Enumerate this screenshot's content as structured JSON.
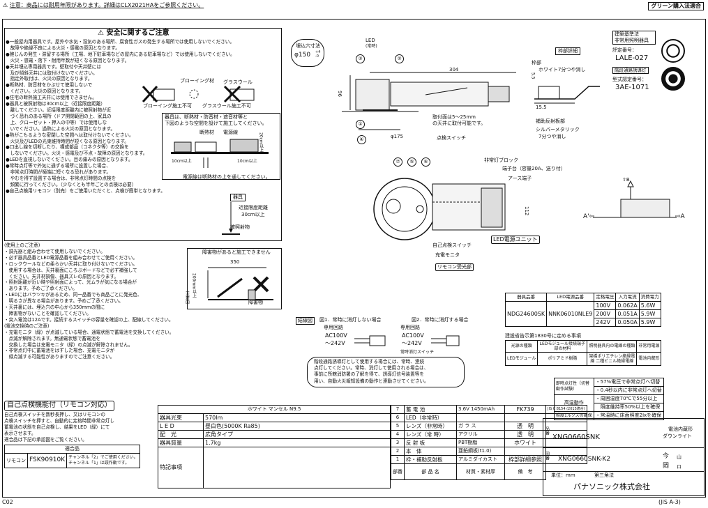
{
  "header": {
    "notice_symbol": "⚠",
    "notice": "注意：商品には耐用年限があります。詳細はCLX2021HAをご参照ください。",
    "green_badge": "グリーン購入法適合"
  },
  "safety": {
    "title": "安全に関するご注意",
    "lines": [
      "●一般屋内用器具です。屋外や水気・湿気のある場所、腐食性ガスの発生する場所では使用しないでください。",
      "　故障や絶縁不良による火災・感電の原因となります。",
      "●飽じんの発生・滞留する場所（工場、地下駐車場などの屋内にある駐車場など）では使用しないでください。",
      "　火災・感電・落下・耐用年数が短くなる原因となります。",
      "●天井埋込専用器具です。壁取付や天井壁には",
      "　及び傾斜天井には取付けないでください。",
      "　指定外取付は、火災の原因となります。",
      "●断熱材、防音材をかぶせて使用しないで",
      "　ください。火災の原因となります。",
      "●住宅の断熱施工天井には使用できません。",
      "●器具と被照射物は30cm以上（近接限度距離）",
      "　離してください。近接限度距離内に被照射物が近",
      "　づく恐れのある場所（ドア開閉範囲の上、家具の",
      "　上、クローゼット・押入の中等）では使用しな",
      "　いでください。過熱による火災の原因となります。",
      "●熱がこもるような密閉した空間へは取付けないでください。",
      "　火災及びLEDの光束維持時間が短くなる原因となります。",
      "●口出し線を切断したり、構成部品（コネクタ等）の交換を",
      "　しないでください。火災・感電及び不点・故障の原因となります。",
      "●LEDを直視しないでください。目の痛みの原因となります。",
      "●常時点灯等で外気に通ずる場所に設置した場合、",
      "　非常点灯時間が極端に短くなる恐れがあります。",
      "　やむを得ず設置する場合は、非常点灯時間の点検を",
      "　頻繁に行ってください。（少なくとも半年ごとの点検は必要）",
      "●自己点検用リモコン（別売）をご使用いただくと、点検が簡単となります。"
    ],
    "label_blowing": "ブローイング材",
    "label_glasswool": "グラスウール",
    "label_blowing_ng": "ブローイング施工不可",
    "label_glasswool_ng": "グラスウール施工不可",
    "insul_note_1": "器具は、断熱材・防音材・遮音材等と",
    "insul_note_2": "下図のような空間を設けて施工してください。",
    "insul_label_a": "断熱材",
    "insul_label_b": "電源線",
    "insul_dim_1": "10cm以上",
    "insul_dim_2": "10cm以上",
    "insul_dim_3": "20cm以上",
    "insul_bottom": "電源線は断熱材の上を通してください。",
    "prox_label": "器具",
    "prox_distance_1": "近接限度距離",
    "prox_distance_2": "30cm以上",
    "prox_target": "被照射物"
  },
  "usage": {
    "lines": [
      "(使用上のご注意)",
      "・調光器と組み合わせて使用しないでください。",
      "・必ず器具品番とLED電源品番を組み合わせてご使用ください。",
      "・ロックウールなどの柔らかい天井に取り付けないでください。",
      "　使用する場合は、天井裏面にころぶボードなどで必ず補強して",
      "　ください。天井材損傷、器具ズレの原因となります。",
      "・照射距離が近い時や照射面によって、光ムラが気になる場合が",
      "　あります。予めご了承ください。",
      "・LEDにはバラツキがあるため、同一品番でも商品ごとに発光色、",
      "　明るさが異なる場合があります。予めご了承ください。",
      "・天井裏には、埋込穴の中心から350mmの間に",
      "　障害物がないことを確認してください。",
      "・突入電流は12Aです。接続するスイッチの容量を確認の上、配線してください。",
      "(電池交換時のご注意)",
      "・充電モニタ（緑）が点滅している場合、通電状態で蓄電池を交換してください。",
      "　点滅が解除されます。無通電状態で蓄電池を",
      "　交換した場合は充電モニタ（緑）の点滅が解除されません。",
      "・非常点灯中に蓄電池をはずした場合、充電モニタが",
      "　緑点滅する可能性がありますのでご注意ください。"
    ],
    "obstacle_title": "障害物があると施工できません",
    "obstacle_dim": "350",
    "obstacle_height": "200mm以上",
    "obstacle_ceiling": "天井面",
    "obstacle_label": "障害物"
  },
  "self_check": {
    "title": "自己点検機能付（リモコン対応）",
    "lines": [
      "自己点検スイッチを数秒長押し、又はリモコンの",
      "点検スイッチを押すと、自動的に定格時間非常点灯し",
      "蓄電池の状態を自己点検し、結果をLED（緑）にて",
      "表示させます。",
      "適合品は下記の承認図をご覧ください。"
    ],
    "table_header": "適合品",
    "row_label": "リモコン",
    "row_model": "FSK90910K",
    "row_note_1": "チャンネル「2」でご使用ください。",
    "row_note_2": "チャンネル「1」は誤作動です。"
  },
  "drawing_top": {
    "hole_label": "埋込穴寸法",
    "hole_value": "φ150",
    "hole_tol": "+4 -0",
    "led_label": "LED",
    "led_sub": "(常時)",
    "dim_304": "304",
    "dim_96": "96",
    "dim_175": "φ175",
    "ceiling_note_1": "取付面は5～25mm",
    "ceiling_note_2": "の天井に取付可能です。",
    "check_switch": "点検スイッチ",
    "n1": "①",
    "n2": "②",
    "n3": "③",
    "n4": "④",
    "n5": "⑤",
    "n6": "⑥",
    "n7": "⑦"
  },
  "drawing_bottom": {
    "emergency_block": "非常灯ブロック",
    "terminal_1": "端子台（容量20A、送り付）",
    "terminal_2": "アース端子",
    "dim_112": "112",
    "self_switch": "自己点検スイッチ",
    "charge_monitor": "充電モニタ",
    "remote_receiver": "リモコン受光部",
    "led_unit": "LED電源ユニット",
    "arrow_a": "A",
    "arrow_b": "B"
  },
  "frame_detail": {
    "title": "枠部詳細",
    "label_frame": "枠部",
    "white_finish": "ホワイト7分つや消し",
    "dim_55": "5.5",
    "dim_155": "15.5",
    "reflector": "補助反射板部",
    "silver": "シルバーメタリック",
    "silver_2": "7分つや消し"
  },
  "certifications": {
    "line1": "建築基準法",
    "line2": "非常用照明器具",
    "rating_label": "評定番号：",
    "rating_no": "LALE-027",
    "guide_label": "階段通路誘導灯",
    "type_label": "型式認定番号：",
    "type_no": "3AE-1071"
  },
  "specs": {
    "headers": [
      "器具品番",
      "LED電源品番",
      "定格電圧",
      "入力電流",
      "消費電力"
    ],
    "model": "NDG24600SK",
    "power": "NNK06010NLE9",
    "rows": [
      [
        "100V",
        "0.062A",
        "5.6W"
      ],
      [
        "200V",
        "0.051A",
        "5.9W"
      ],
      [
        "242V",
        "0.050A",
        "5.9W"
      ]
    ]
  },
  "bulletin": {
    "title": "建設省告示第1830号に定める事項",
    "headers": [
      "光源の種類",
      "LEDモジュール接続端子部の材料",
      "照明器具内の電線の種類",
      "非常用電源"
    ],
    "values": [
      "LEDモジュール",
      "ポリアミド樹脂",
      "架橋ポリエチレン絶縁電線 二種ビニル絶縁電線",
      "電池内蔵形"
    ]
  },
  "performance": {
    "r1_label": "即時点灯性（切替動作試験）",
    "r1_v1": "・57%電圧で非常点灯へ切替",
    "r1_v2": "・0.4秒以内に非常点灯へ切替",
    "r2_label": "高温動作",
    "r2_v1": "・周囲温度70℃で55分以上",
    "r2_v2": "　照度維持率50%以上を確保",
    "r3_label": "照度1ルクスの確保",
    "r3_v": "・常温時に床面照度2lxを確保"
  },
  "wiring": {
    "tag": "結線図",
    "fig1": "図1．常時に消灯しない場合",
    "fig2": "図2．常時に消灯する場合",
    "circuit": "専用回路",
    "voltage": "AC100V",
    "voltage_2": "～242V",
    "switch_note": "常時消灯スイッチ",
    "note": [
      "階段通路誘導灯として使用する場合には、常時、連続",
      "点灯してください。常時、消灯して使用される場合は、",
      "事前に所轄消防署の了解を得て、誘導灯信号装置等を",
      "用い、自動火災報知設備の動作と連動させてください。"
    ]
  },
  "parts_left": {
    "title_row": "ホワイト マンセル N9.5",
    "rows": [
      [
        "器具光束",
        "570lm"
      ],
      [
        "L E D",
        "昼白色(5000K Ra85)"
      ],
      [
        "配　光",
        "広角タイプ"
      ],
      [
        "器具質量",
        "1.7kg"
      ],
      [
        "特記事項",
        ""
      ]
    ]
  },
  "parts": {
    "rows": [
      [
        "7",
        "蓄 電 池",
        "3.6V 1450mAh",
        "FK739",
        "JIS C 8154 (2015適合)"
      ],
      [
        "6",
        "LED（非常時）",
        "",
        "",
        ""
      ],
      [
        "5",
        "レンズ（非常時）",
        "ガ ラ ス",
        "透　明",
        ""
      ],
      [
        "4",
        "レンズ（常 時）",
        "アクリル",
        "透　明",
        ""
      ],
      [
        "3",
        "反 射 板",
        "PBT樹脂",
        "ホワイト",
        ""
      ],
      [
        "2",
        "本　体",
        "亜鉛鋼板(t1.0)",
        "",
        ""
      ],
      [
        "1",
        "枠・補助反射板",
        "アルミダイカスト",
        "枠部詳細参照",
        ""
      ]
    ],
    "footer": [
      "部番",
      "部 品 名",
      "材質・素材厚",
      "備　考"
    ]
  },
  "title_block": {
    "product_label": "品番",
    "product": "XNG0660SNK",
    "product_desc_1": "電池内蔵形",
    "product_desc_2": "ダウンライト",
    "drawing_label": "図番",
    "drawing": "XNG0660SNK-K2",
    "stamp_1": "今",
    "stamp_2": "山",
    "stamp_3": "岡",
    "stamp_4": "ロ",
    "unit": "単位：mm",
    "angle": "第三角法",
    "company": "パナソニック株式会社"
  },
  "footer": {
    "left": "C02",
    "right": "(JIS A-3)"
  }
}
